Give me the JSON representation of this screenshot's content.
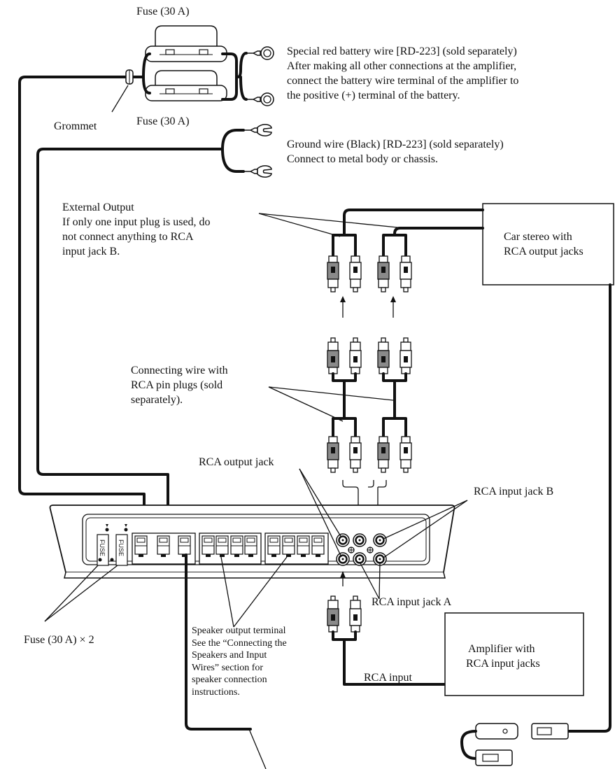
{
  "labels": {
    "fuse_top": "Fuse (30 A)",
    "fuse_bottom": "Fuse (30 A)",
    "grommet": "Grommet",
    "battery_wire": [
      "Special red battery wire [RD-223] (sold separately)",
      "After making all other connections at the amplifier,",
      "connect the battery wire terminal of the amplifier to",
      "the positive (+) terminal of the battery."
    ],
    "ground_wire": [
      "Ground wire (Black) [RD-223] (sold separately)",
      "Connect to metal body or chassis."
    ],
    "external_output": [
      "External Output",
      "If only one input plug is used, do",
      "not connect anything to RCA",
      "input jack B."
    ],
    "car_stereo": [
      "Car stereo with",
      "RCA output jacks"
    ],
    "connecting_wire": [
      "Connecting wire with",
      "RCA pin plugs (sold",
      "separately)."
    ],
    "rca_output_jack": "RCA output jack",
    "rca_input_jack_b": "RCA input jack B",
    "rca_input_jack_a": "RCA input jack A",
    "fuse_x2": "Fuse (30 A) × 2",
    "speaker_output": [
      "Speaker output terminal",
      "See the “Connecting the",
      "Speakers and Input",
      "Wires” section for",
      "speaker connection",
      "instructions."
    ],
    "amplifier": [
      "Amplifier with",
      "RCA input jacks"
    ],
    "rca_input": "RCA input",
    "fuse_slot": "FUSE"
  }
}
